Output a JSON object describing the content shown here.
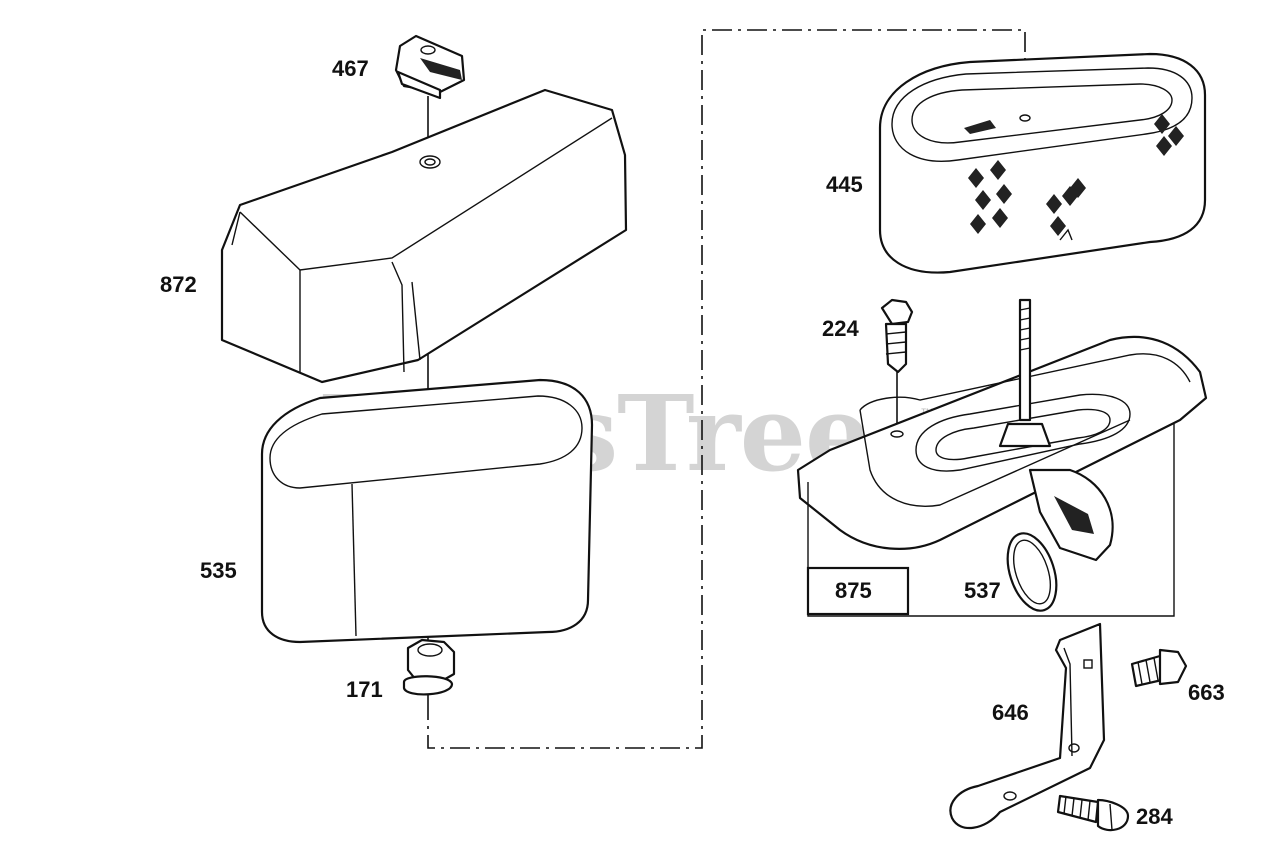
{
  "watermark": {
    "text": "PartsTree",
    "trademark": "™"
  },
  "parts": [
    {
      "id": "467",
      "label": "467"
    },
    {
      "id": "872",
      "label": "872"
    },
    {
      "id": "535",
      "label": "535"
    },
    {
      "id": "171",
      "label": "171"
    },
    {
      "id": "445",
      "label": "445"
    },
    {
      "id": "224",
      "label": "224"
    },
    {
      "id": "875",
      "label": "875"
    },
    {
      "id": "537",
      "label": "537"
    },
    {
      "id": "646",
      "label": "646"
    },
    {
      "id": "663",
      "label": "663"
    },
    {
      "id": "284",
      "label": "284"
    }
  ]
}
